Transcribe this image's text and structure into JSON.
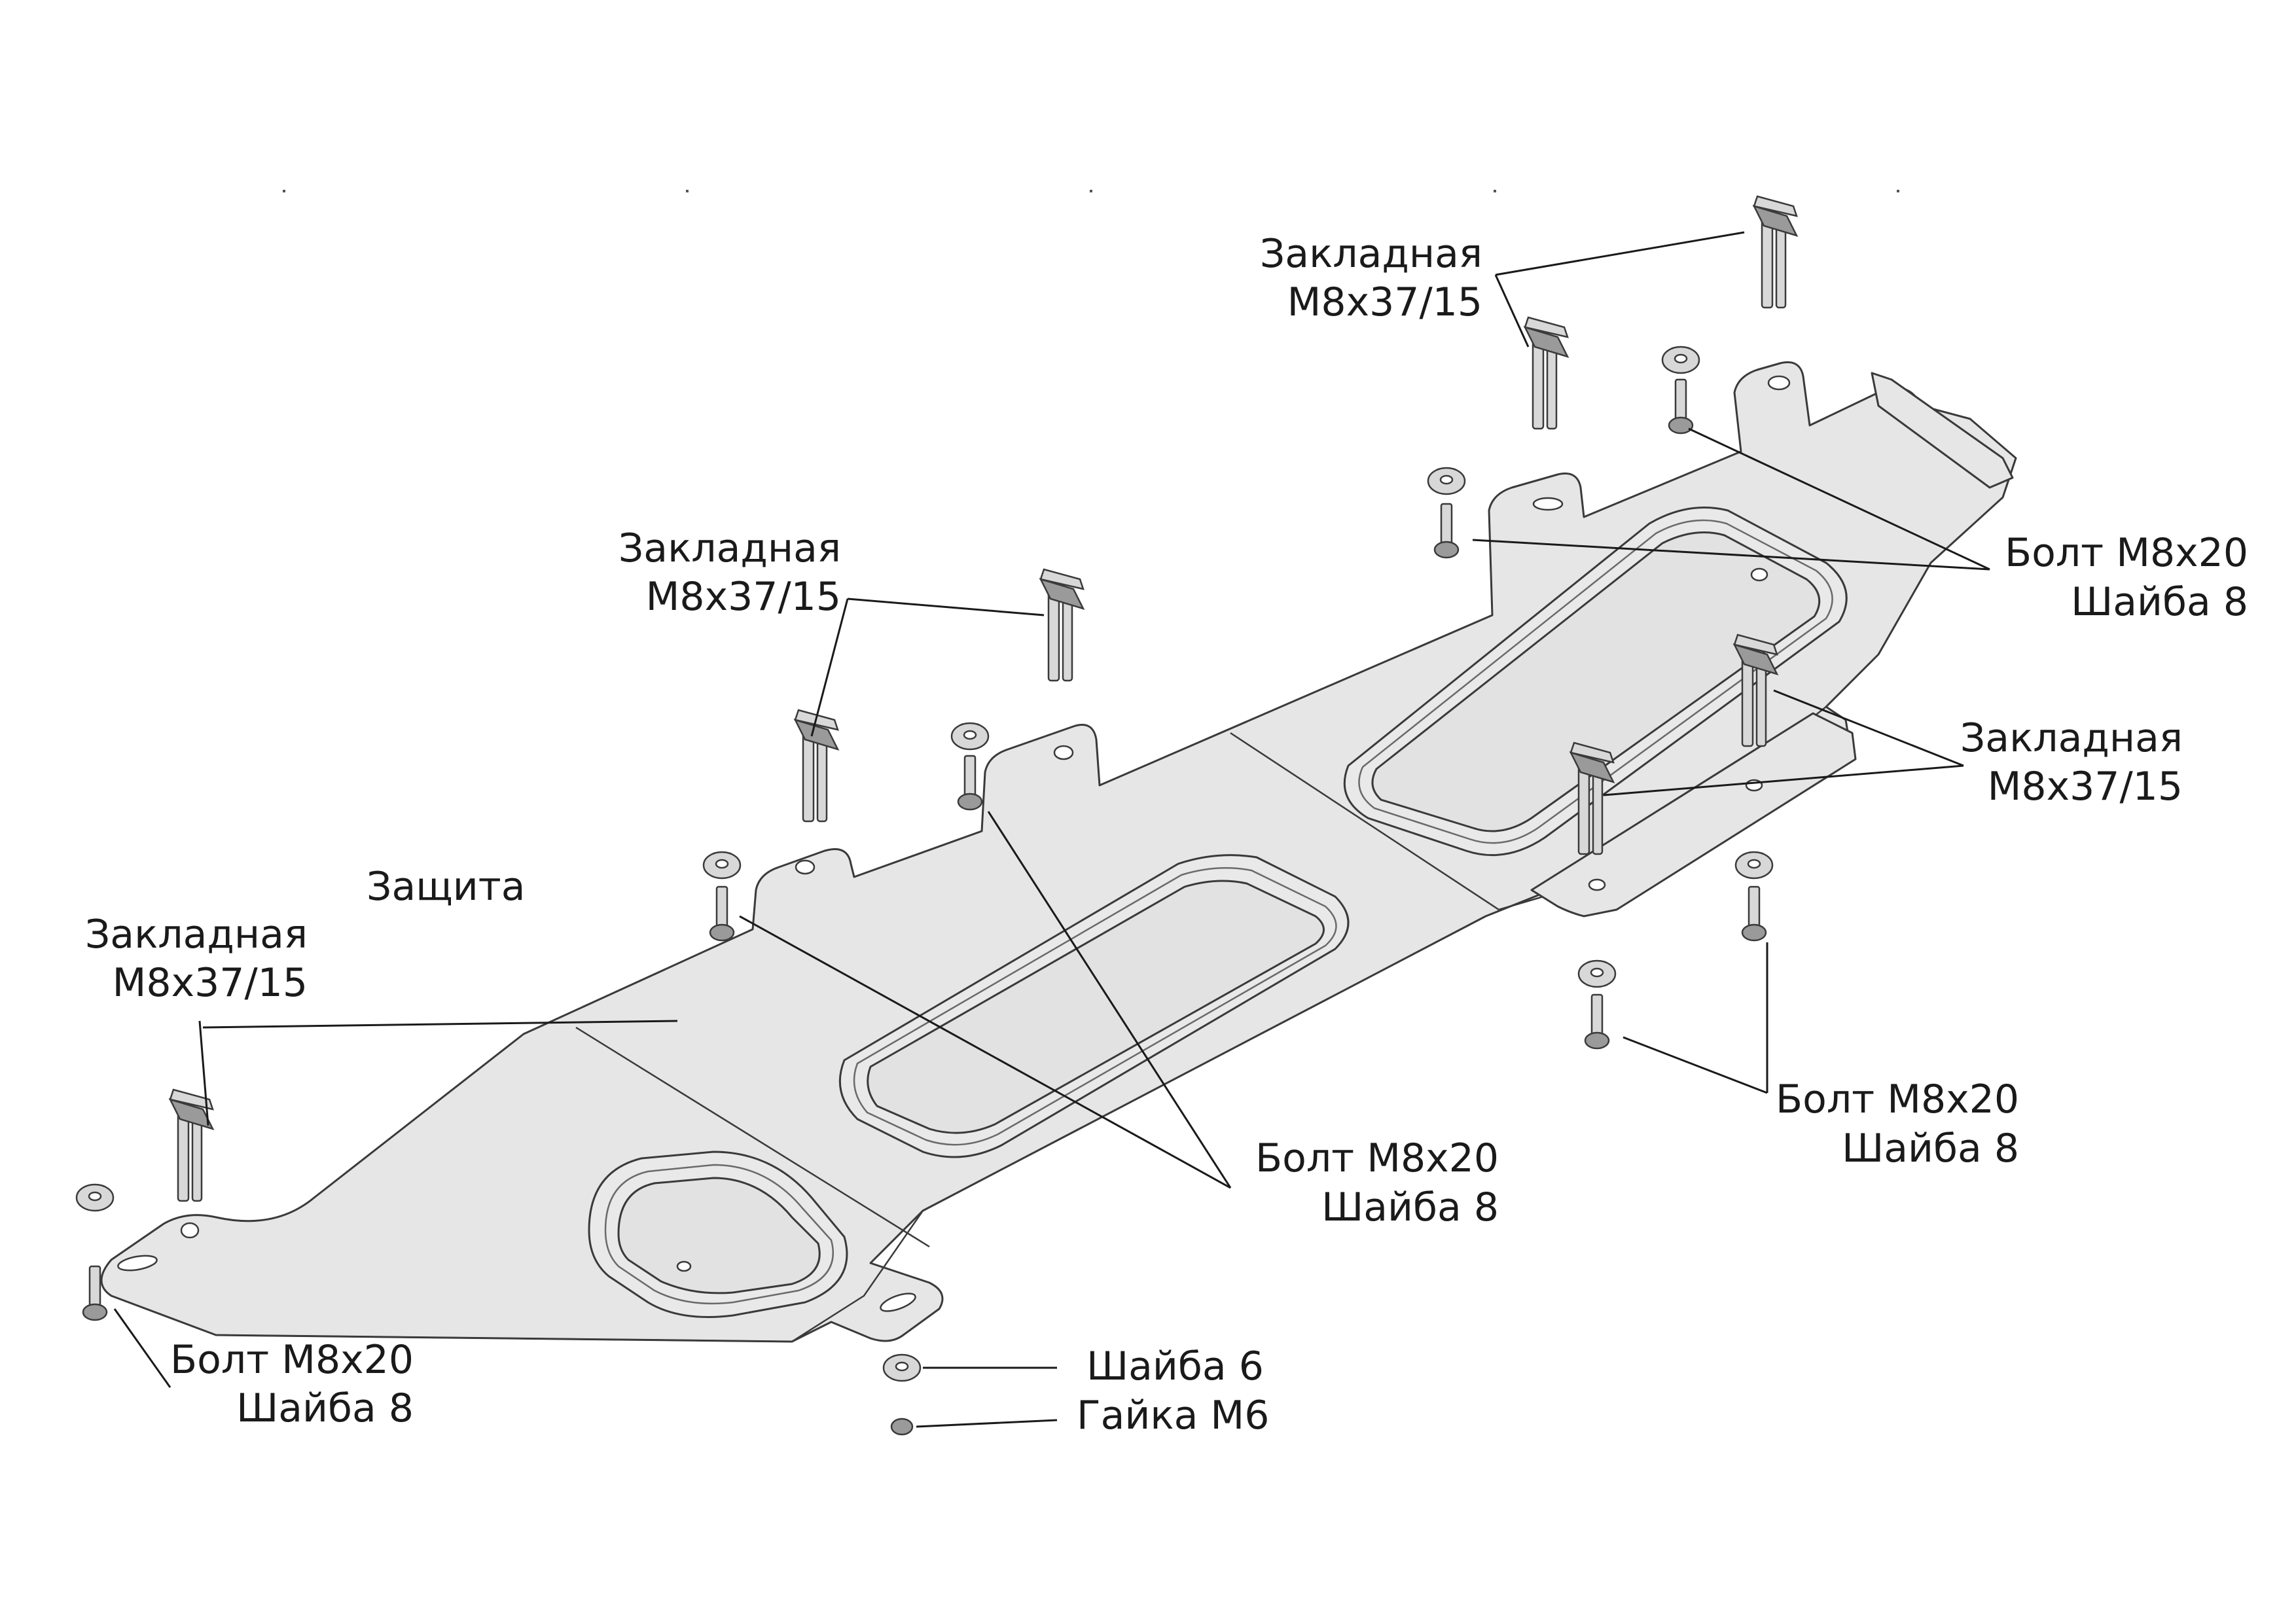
{
  "colors": {
    "plate_fill": "#e6e6e6",
    "outline": "#3a3a3a",
    "text": "#1a1a1a"
  },
  "labels": {
    "zakladnaya_top_line1": "Закладная",
    "zakladnaya_top_line2": "M8x37/15",
    "zakladnaya_mid_line1": "Закладная",
    "zakladnaya_mid_line2": "M8x37/15",
    "zakladnaya_left_line1": "Закладная",
    "zakladnaya_left_line2": "M8x37/15",
    "zakladnaya_right_line1": "Закладная",
    "zakladnaya_right_line2": "M8x37/15",
    "zashita": "Защита",
    "bolt_right_top_line1": "Болт M8x20",
    "bolt_right_top_line2": "Шайба 8",
    "bolt_center_line1": "Болт M8x20",
    "bolt_center_line2": "Шайба 8",
    "bolt_right_bottom_line1": "Болт M8x20",
    "bolt_right_bottom_line2": "Шайба 8",
    "bolt_left_line1": "Болт M8x20",
    "bolt_left_line2": "Шайба 8",
    "shaiba6": "Шайба 6",
    "gaika": "Гайка M6"
  },
  "icons": {
    "fastener_clip": "clip-nut-icon",
    "bolt": "bolt-icon",
    "washer": "washer-icon",
    "nut": "nut-icon"
  }
}
